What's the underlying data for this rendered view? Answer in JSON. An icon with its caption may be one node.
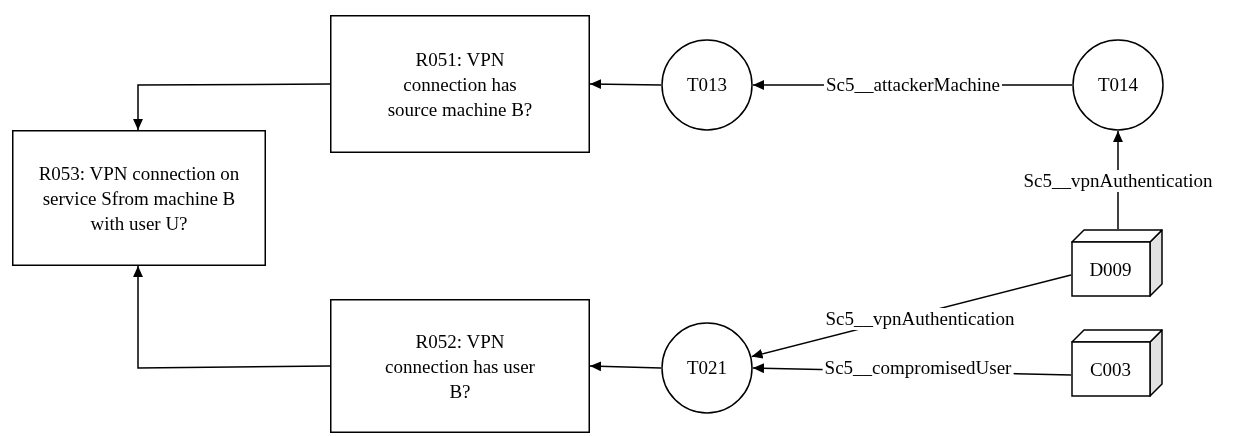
{
  "diagram": {
    "nodes": [
      {
        "text": [
          "R051: VPN connection has source machine B?"
        ]
      },
      {
        "text": [
          "T013"
        ]
      },
      {
        "text": [
          "T014"
        ]
      },
      {
        "text": [
          "R053: VPN connection on service Sfrom machine B with user U?"
        ]
      },
      {
        "text": [
          "R052: VPN connection has user B?"
        ]
      },
      {
        "text": [
          "T021"
        ]
      },
      {
        "text": [
          "D009"
        ]
      },
      {
        "text": [
          "C003"
        ]
      }
    ],
    "edges": [
      {
        "from": 1,
        "to": 0,
        "arrow": "to"
      },
      {
        "from": 0,
        "to": 3,
        "arrow": "to"
      },
      {
        "from": 2,
        "to": 1,
        "arrow": "to",
        "label": "Sc5__attackerMachine"
      },
      {
        "from": 6,
        "to": 2,
        "arrow": "to",
        "label": "Sc5__vpnAuthentication"
      },
      {
        "from": 4,
        "to": 3,
        "arrow": "to"
      },
      {
        "from": 5,
        "to": 4,
        "arrow": "to"
      },
      {
        "from": 6,
        "to": 5,
        "arrow": "to",
        "label": "Sc5__vpnAuthentication"
      },
      {
        "from": 7,
        "to": 5,
        "arrow": "to",
        "label": "Sc5__compromisedUser"
      }
    ]
  }
}
